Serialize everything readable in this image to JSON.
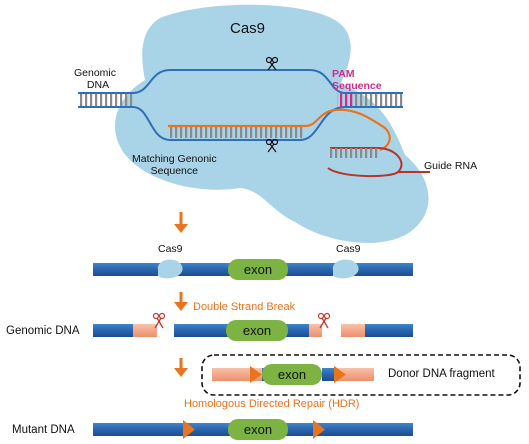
{
  "top": {
    "cas9_label": "Cas9",
    "genomic_dna_label_line1": "Genomic",
    "genomic_dna_label_line2": "DNA",
    "pam_label_line1": "PAM",
    "pam_label_line2": "Sequence",
    "matching_label_line1": "Matching Genonic",
    "matching_label_line2": "Sequence",
    "guide_rna_label": "Guide RNA"
  },
  "step1": {
    "cas9_left": "Cas9",
    "cas9_right": "Cas9",
    "exon": "exon"
  },
  "step2": {
    "title": "Double Strand Break",
    "row_label": "Genomic DNA",
    "exon": "exon"
  },
  "step3": {
    "exon": "exon",
    "donor_label": "Donor DNA fragment",
    "title": "Homologous Directed Repair (HDR)"
  },
  "step4": {
    "row_label": "Mutant  DNA",
    "exon": "exon"
  },
  "colors": {
    "cas9_blob": "#a7d3e6",
    "dna_blue": "#2f6fb7",
    "exon_green": "#7cb342",
    "arrow_orange": "#e8741e",
    "pam_magenta": "#d12a8c",
    "guide_rna_red": "#b8322a",
    "homology_arm": "#f4a98a"
  }
}
